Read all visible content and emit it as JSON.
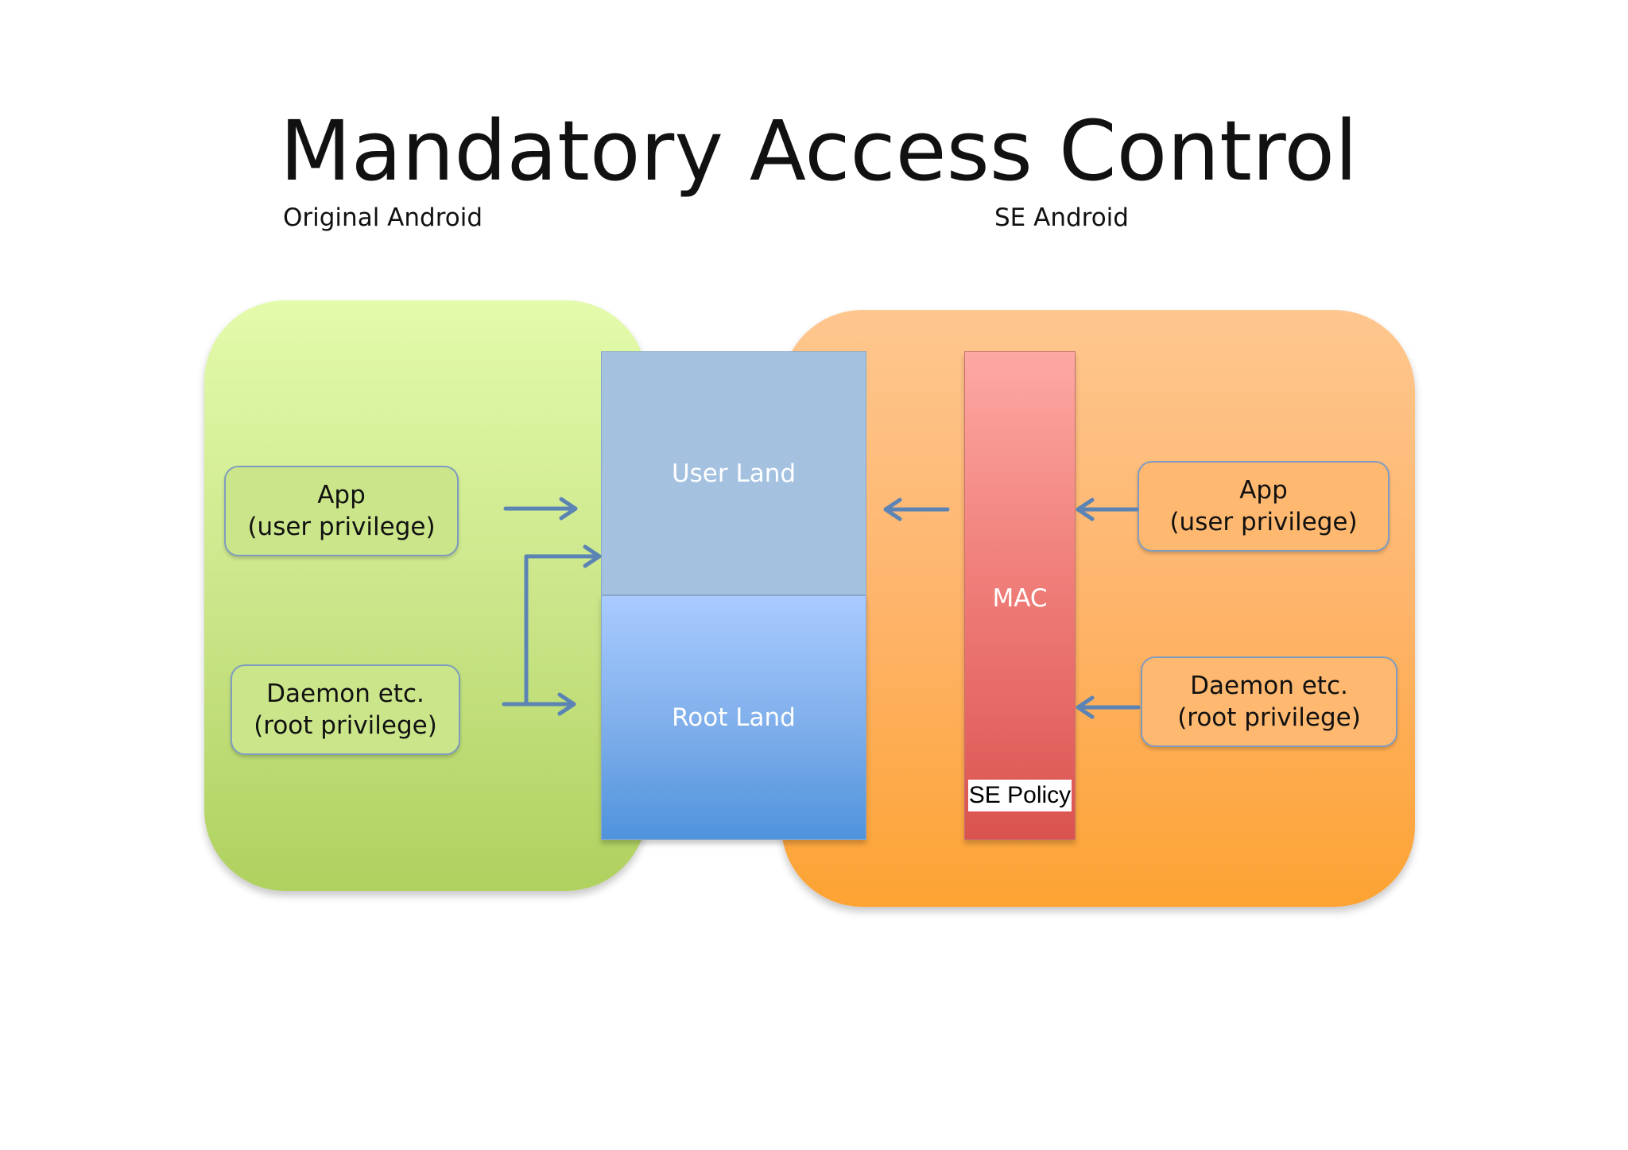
{
  "title": "Mandatory Access Control",
  "sections": {
    "left_label": "Original Android",
    "right_label": "SE Android"
  },
  "left": {
    "app": {
      "line1": "App",
      "line2": "(user privilege)"
    },
    "daemon": {
      "line1": "Daemon etc.",
      "line2": "(root privilege)"
    }
  },
  "center": {
    "user_land": "User Land",
    "root_land": "Root Land"
  },
  "mac": {
    "label": "MAC",
    "policy": "SE Policy"
  },
  "right": {
    "app": {
      "line1": "App",
      "line2": "(user privilege)"
    },
    "daemon": {
      "line1": "Daemon etc.",
      "line2": "(root privilege)"
    }
  },
  "colors": {
    "arrow": "#5b84b4",
    "box_border": "#7f9cc0",
    "green_region": "#cbe68a",
    "orange_region": "#feb46a",
    "user_land": "#a4c1e0",
    "root_land": "#7eaeea",
    "mac": "#ef7e7a"
  }
}
